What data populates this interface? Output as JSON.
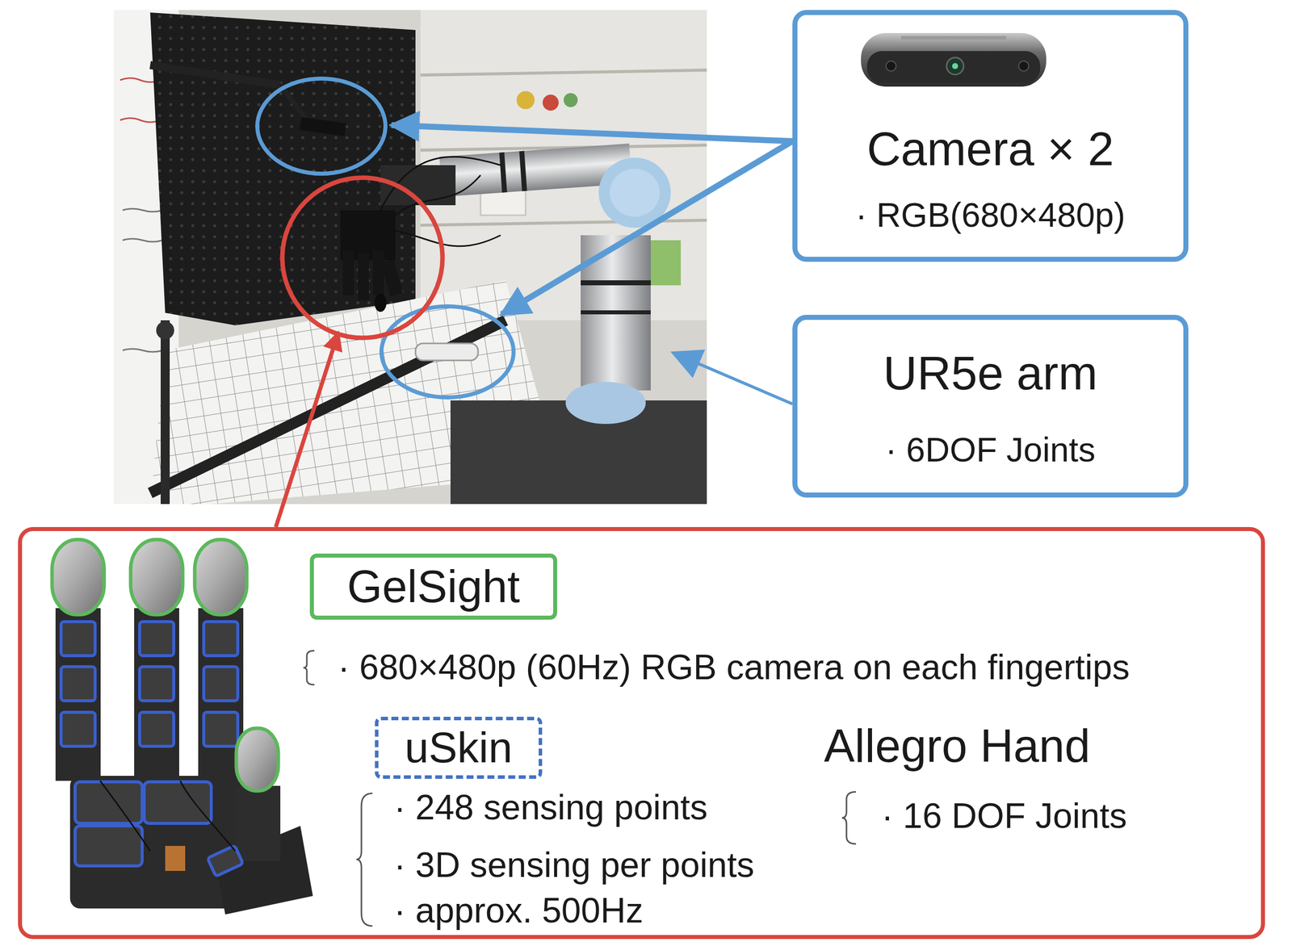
{
  "diagram": {
    "nodes": [
      {
        "text": [
          "Camera × 2",
          "· RGB(680×480p)"
        ]
      },
      {
        "text": [
          "UR5e arm",
          "· 6DOF Joints"
        ]
      },
      {
        "text": [
          "· 680×480p (60Hz) RGB camera on each fingertips",
          "· 248 sensing points",
          "· 3D sensing per points",
          "· approx. 500Hz",
          "Allegro Hand",
          "· 16 DOF Joints"
        ]
      },
      {
        "text": [
          "GelSight"
        ],
        "in": 2
      },
      {
        "text": [
          "uSkin"
        ],
        "in": 2
      }
    ]
  }
}
